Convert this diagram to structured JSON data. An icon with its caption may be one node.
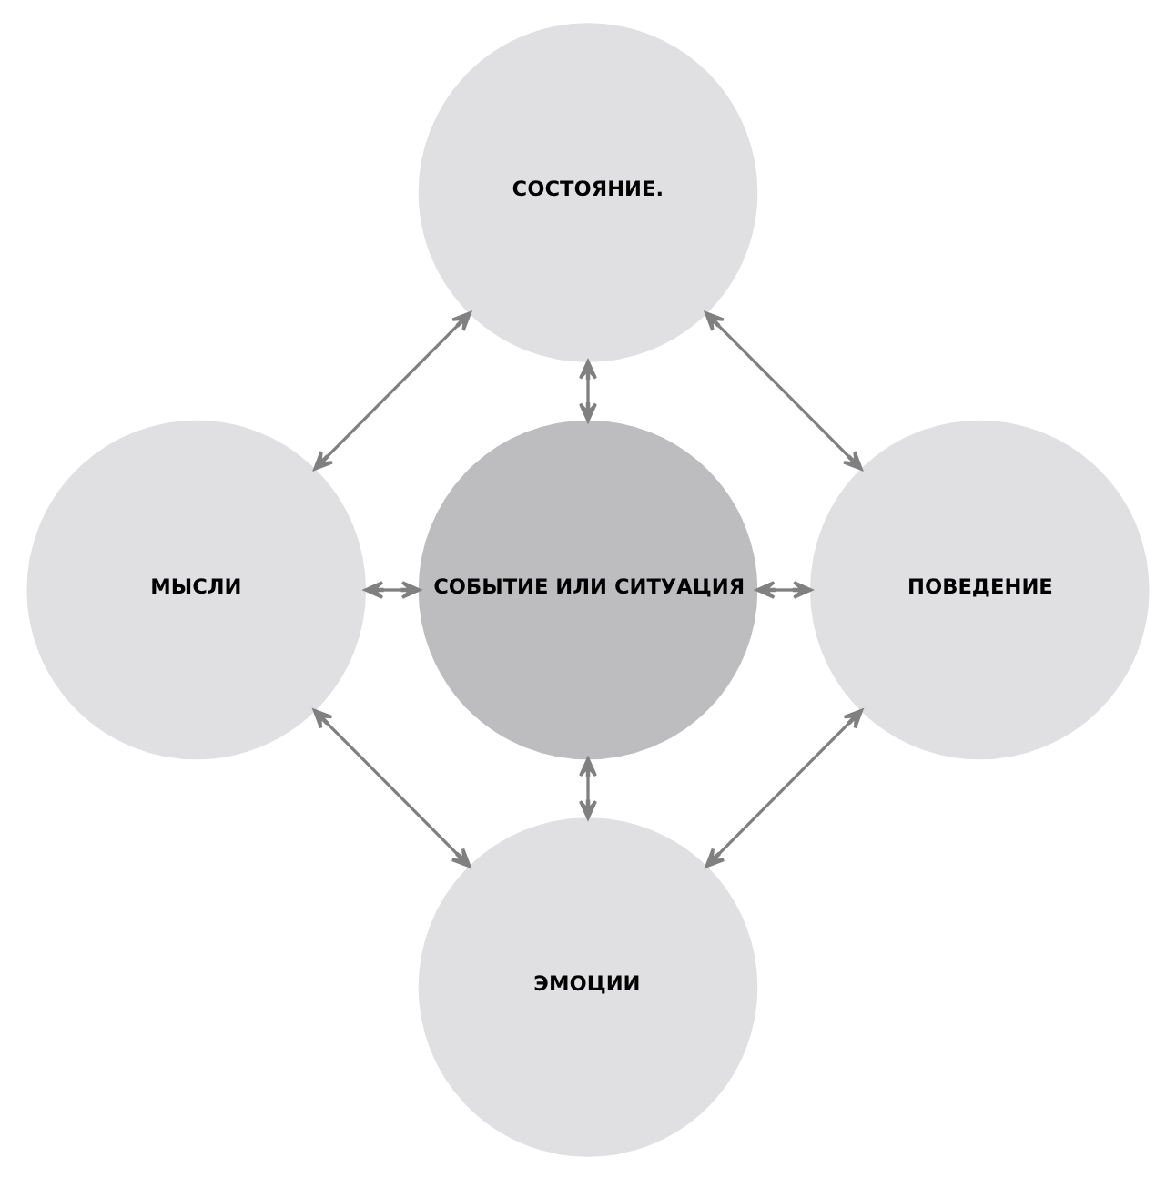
{
  "diagram": {
    "nodes": [
      {
        "text": [
          "СОСТОЯНИЕ."
        ]
      },
      {
        "text": [
          "МЫСЛИ"
        ]
      },
      {
        "text": [
          "СОБЫТИЕ ИЛИ СИТУАЦИЯ"
        ]
      },
      {
        "text": [
          "ПОВЕДЕНИЕ"
        ]
      },
      {
        "text": [
          "ЭМОЦИИ"
        ]
      }
    ],
    "edges": [
      {
        "from": 0,
        "to": 2,
        "arrow": "both"
      },
      {
        "from": 1,
        "to": 2,
        "arrow": "both"
      },
      {
        "from": 2,
        "to": 3,
        "arrow": "both"
      },
      {
        "from": 2,
        "to": 4,
        "arrow": "both"
      },
      {
        "from": 0,
        "to": 1,
        "arrow": "both"
      },
      {
        "from": 0,
        "to": 3,
        "arrow": "both"
      },
      {
        "from": 1,
        "to": 4,
        "arrow": "both"
      },
      {
        "from": 3,
        "to": 4,
        "arrow": "both"
      }
    ]
  }
}
